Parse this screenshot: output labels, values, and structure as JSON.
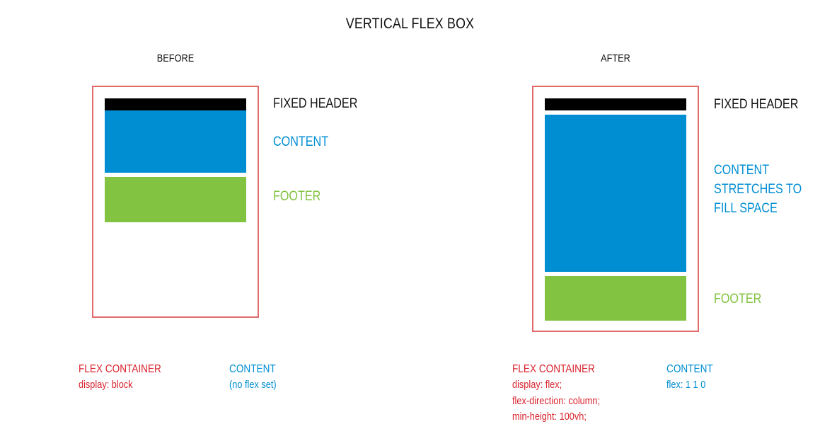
{
  "title": "VERTICAL FLEX BOX",
  "before": {
    "heading": "BEFORE",
    "labels": {
      "header": "FIXED HEADER",
      "content": "CONTENT",
      "footer": "FOOTER"
    },
    "container_note": {
      "title": "FLEX CONTAINER",
      "lines": [
        "display: block"
      ]
    },
    "content_note": {
      "title": "CONTENT",
      "lines": [
        "(no flex set)"
      ]
    }
  },
  "after": {
    "heading": "AFTER",
    "labels": {
      "header": "FIXED HEADER",
      "content_lines": [
        "CONTENT",
        "STRETCHES TO",
        "FILL SPACE"
      ],
      "footer": "FOOTER"
    },
    "container_note": {
      "title": "FLEX CONTAINER",
      "lines": [
        "display: flex;",
        "flex-direction: column;",
        "min-height: 100vh;"
      ]
    },
    "content_note": {
      "title": "CONTENT",
      "lines": [
        "flex: 1 1 0"
      ]
    }
  },
  "colors": {
    "container_border": "#e16b6b",
    "header": "#000000",
    "content": "#008ed2",
    "footer": "#82c341",
    "note_red": "#d9232e"
  }
}
